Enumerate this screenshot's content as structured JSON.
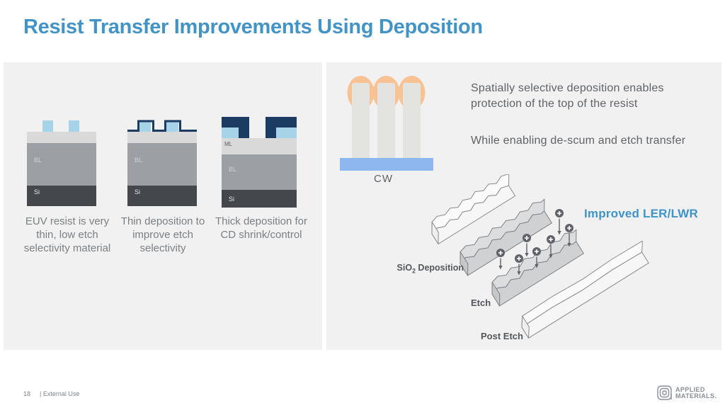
{
  "title": "Resist Transfer Improvements Using Deposition",
  "left_panel": {
    "diagram1": {
      "caption": "EUV resist is very thin, low etch selectivity material",
      "label_bl": "BL",
      "label_si": "Si"
    },
    "diagram2": {
      "caption": "Thin deposition to improve etch selectivity",
      "label_bl": "BL",
      "label_si": "Si"
    },
    "diagram3": {
      "caption": "Thick deposition for CD shrink/control",
      "label_ml": "ML",
      "label_bl": "BL",
      "label_si": "Si"
    }
  },
  "right_panel": {
    "cw_label": "CW",
    "line1": "Spatially selective deposition enables protection of the top of the resist",
    "line2": "While enabling de-scum and etch transfer",
    "highlight": "Improved LER/LWR",
    "process_labels": {
      "dep_pre": "SiO",
      "dep_sub": "2",
      "dep_post": " Deposition",
      "etch": "Etch",
      "post_etch": "Post Etch"
    }
  },
  "footer": {
    "page": "18",
    "classification": "| External Use"
  },
  "logo": {
    "line1": "APPLIED",
    "line2": "MATERIALS."
  },
  "colors": {
    "title_blue": "#4294C6",
    "highlight_blue": "#3E93C8",
    "panel_bg": "#F1F1F1",
    "resist_blue": "#A7D3E9",
    "deposition_navy": "#1B3B63",
    "layer_gray": "#D9D9D9",
    "bl_gray": "#9C9FA3",
    "si_dark": "#44474B",
    "halo_orange": "#F9C295",
    "cw_bar_blue": "#8DB7EE",
    "text_gray": "#5F6368",
    "caption_gray": "#7B8085"
  }
}
